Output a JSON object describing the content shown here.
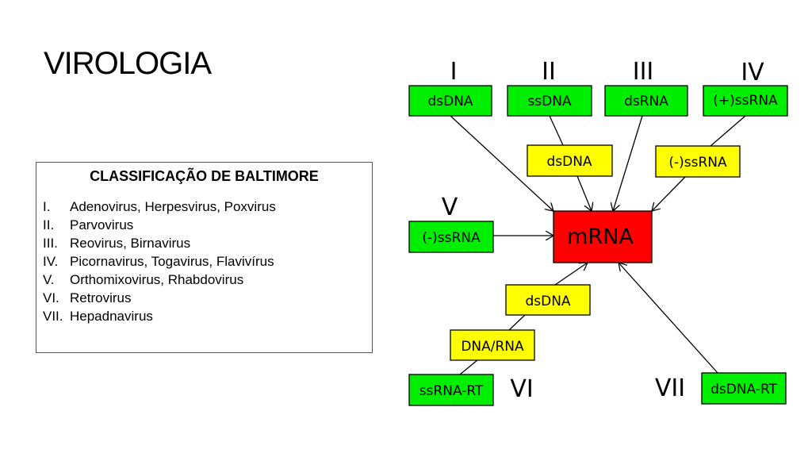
{
  "title": "VIROLOGIA",
  "classification": {
    "heading": "CLASSIFICAÇÃO DE BALTIMORE",
    "items": [
      {
        "num": "I.",
        "text": "Adenovirus, Herpesvirus, Poxvirus"
      },
      {
        "num": "II.",
        "text": "Parvovirus"
      },
      {
        "num": "III.",
        "text": "Reovirus, Birnavirus"
      },
      {
        "num": "IV.",
        "text": "Picornavirus, Togavirus, Flavivírus"
      },
      {
        "num": "V.",
        "text": "Orthomixovirus, Rhabdovirus"
      },
      {
        "num": "VI.",
        "text": "Retrovirus"
      },
      {
        "num": "VII.",
        "text": "Hepadnavirus"
      }
    ]
  },
  "diagram": {
    "colors": {
      "green": "#00ee00",
      "yellow": "#ffff00",
      "red": "#ff0000"
    },
    "center": "mRNA",
    "group_labels": {
      "g1": "I",
      "g2": "II",
      "g3": "III",
      "g4": "IV",
      "g5": "V",
      "g6": "VI",
      "g7": "VII"
    },
    "nodes": {
      "g1_dsdna": "dsDNA",
      "g2_ssdna": "ssDNA",
      "g2_dsdna": "dsDNA",
      "g3_dsrna": "dsRNA",
      "g4_pos_ssrna": "(+)ssRNA",
      "g4_neg_ssrna": "(-)ssRNA",
      "g5_neg_ssrna": "(-)ssRNA",
      "g6_ssrna_rt": "ssRNA-RT",
      "g6_dna_rna": "DNA/RNA",
      "g6_dsdna": "dsDNA",
      "g7_dsdna_rt": "dsDNA-RT"
    }
  }
}
